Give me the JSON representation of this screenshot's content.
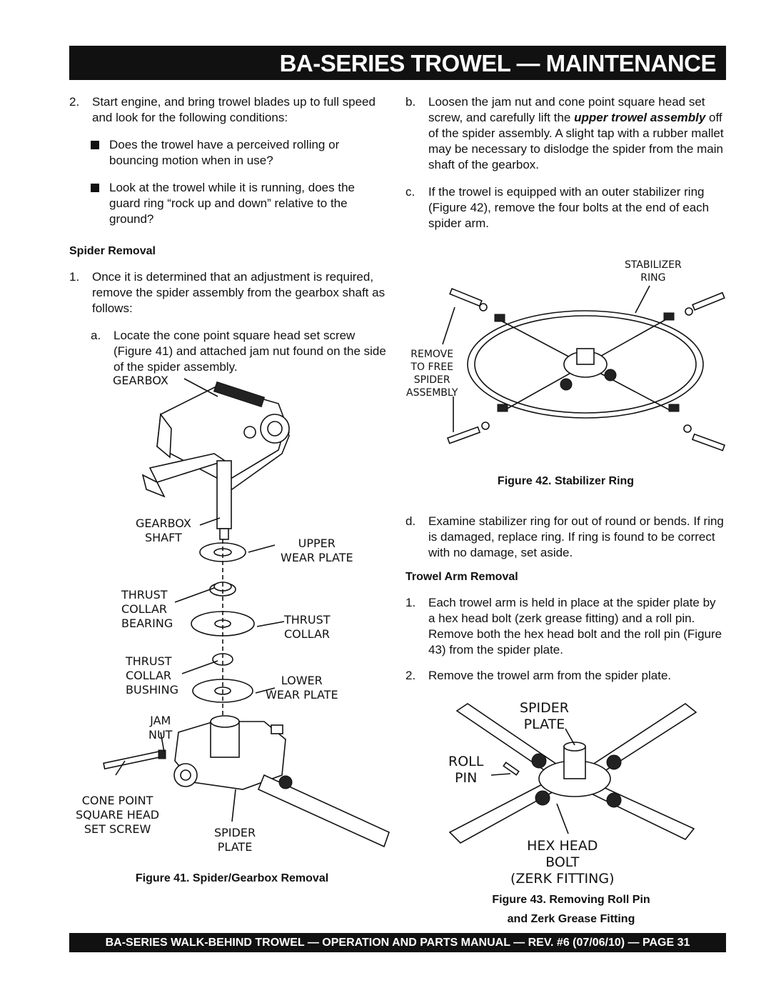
{
  "header": {
    "title": "BA-SERIES TROWEL — MAINTENANCE"
  },
  "left": {
    "step2": {
      "num": "2.",
      "text": "Start engine, and bring trowel blades up to full speed and look for the following conditions:"
    },
    "bullets": [
      "Does the trowel have a perceived rolling or bouncing motion when in use?",
      "Look at the trowel while it is running, does  the guard ring “rock up and down” relative to the ground?"
    ],
    "spider_heading": "Spider  Removal",
    "step1": {
      "num": "1.",
      "text": "Once it is determined that an adjustment is required, remove the spider assembly from the gearbox shaft as follows:"
    },
    "step_a": {
      "num": "a.",
      "text": "Locate the cone point square head set screw (Figure 41) and attached jam nut found on the side of the spider assembly."
    }
  },
  "right": {
    "step_b": {
      "num": "b.",
      "text_pre": "Loosen the jam nut and cone point square head set screw, and carefully lift the ",
      "emph": "upper trowel assembly",
      "text_post": " off of the spider assembly. A slight tap with a rubber mallet may be necessary to dislodge the spider from the main shaft of the gearbox."
    },
    "step_c": {
      "num": "c.",
      "text": "If the trowel is equipped with an outer stabilizer ring (Figure 42), remove the four bolts at the end of each spider arm."
    },
    "step_d": {
      "num": "d.",
      "text": "Examine stabilizer ring for out of round or bends. If ring is damaged, replace ring. If ring is found to be correct with no damage, set aside."
    },
    "trowel_heading": "Trowel Arm Removal",
    "step_1": {
      "num": "1.",
      "text": "Each trowel arm is held in place at the spider plate by a hex head bolt (zerk grease fitting) and a roll pin. Remove both the hex head bolt and the roll pin  (Figure 43) from the spider plate."
    },
    "step_2": {
      "num": "2.",
      "text": "Remove the trowel arm from the spider plate."
    }
  },
  "fig41": {
    "caption": "Figure 41.  Spider/Gearbox Removal",
    "labels": {
      "gearbox": "GEARBOX",
      "gearbox_shaft_1": "GEARBOX",
      "gearbox_shaft_2": "SHAFT",
      "upper_1": "UPPER",
      "upper_2": "WEAR PLATE",
      "tcb_1": "THRUST",
      "tcb_2": "COLLAR",
      "tcb_3": "BEARING",
      "tc_1": "THRUST",
      "tc_2": "COLLAR",
      "tcbu_1": "THRUST",
      "tcbu_2": "COLLAR",
      "tcbu_3": "BUSHING",
      "lower_1": "LOWER",
      "lower_2": "WEAR PLATE",
      "jam_1": "JAM",
      "jam_2": "NUT",
      "cone_1": "CONE POINT",
      "cone_2": "SQUARE HEAD",
      "cone_3": "SET SCREW",
      "spider_1": "SPIDER",
      "spider_2": "PLATE"
    }
  },
  "fig42": {
    "caption": "Figure 42.  Stabilizer Ring",
    "labels": {
      "stab_1": "STABILIZER",
      "stab_2": "RING",
      "rem_1": "REMOVE",
      "rem_2": "TO FREE",
      "rem_3": "SPIDER",
      "rem_4": "ASSEMBLY"
    }
  },
  "fig43": {
    "caption_1": "Figure 43.  Removing Roll Pin",
    "caption_2": "and Zerk Grease Fitting",
    "labels": {
      "sp_1": "SPIDER",
      "sp_2": "PLATE",
      "roll_1": "ROLL",
      "roll_2": "PIN",
      "hex_1": "HEX HEAD",
      "hex_2": "BOLT",
      "hex_3": "(ZERK FITTING)"
    }
  },
  "footer": {
    "text": "BA-SERIES  WALK-BEHIND TROWEL — OPERATION AND PARTS MANUAL — REV. #6 (07/06/10) — PAGE 31"
  }
}
